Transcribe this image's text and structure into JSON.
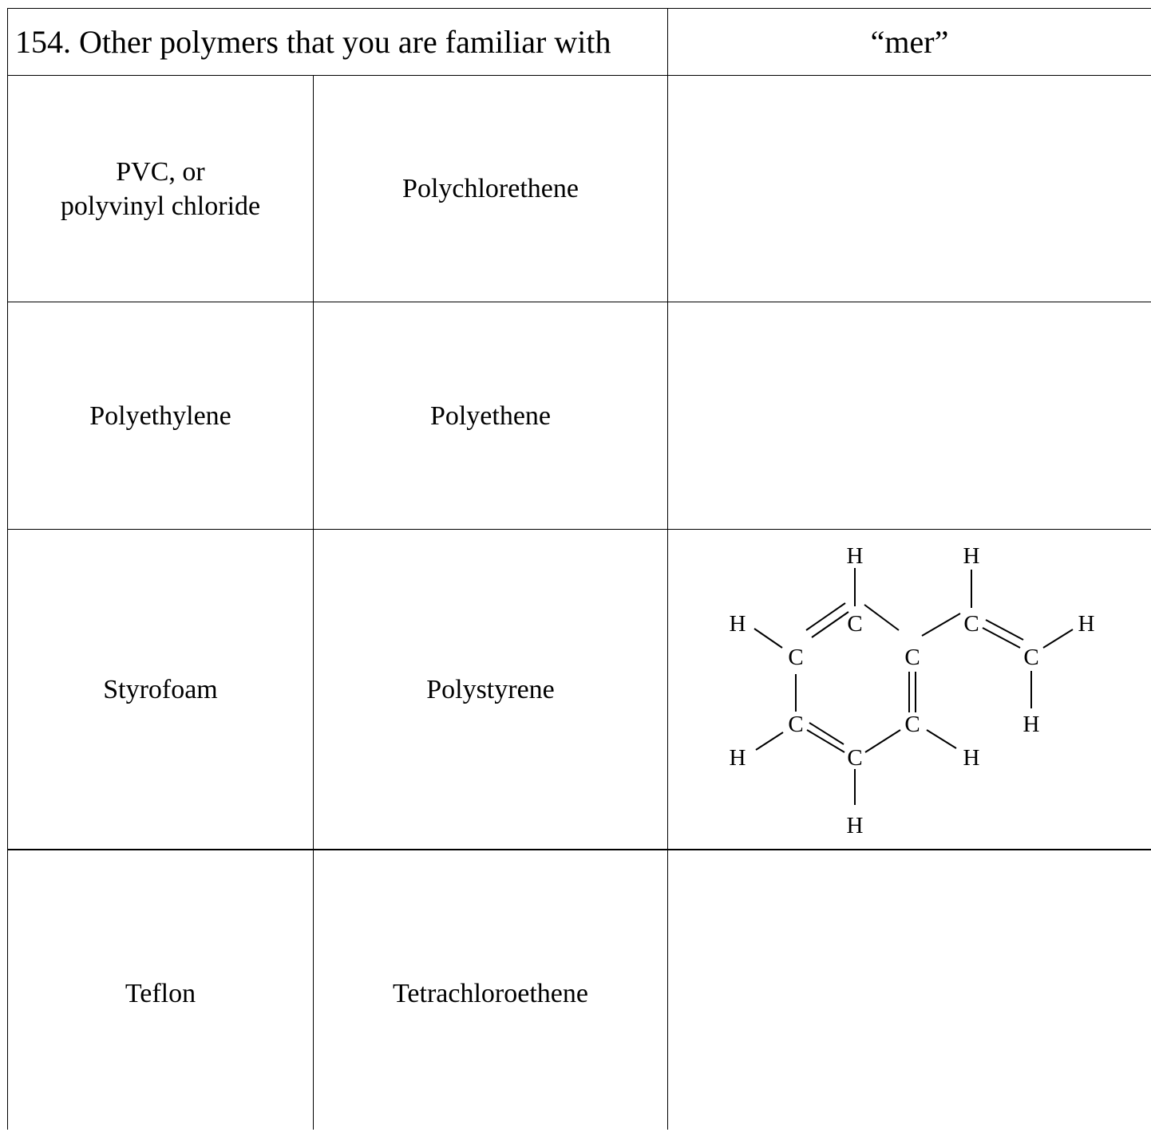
{
  "header": {
    "title": "154.  Other polymers that you are familiar with",
    "mer_label": "“mer”"
  },
  "rows": [
    {
      "common_name_line1": "PVC, or",
      "common_name_line2": "polyvinyl chloride",
      "systematic_name": "Polychlorethene"
    },
    {
      "common_name": "Polyethylene",
      "systematic_name": "Polyethene"
    },
    {
      "common_name": "Styrofoam",
      "systematic_name": "Polystyrene",
      "structure_atoms": {
        "hydrogen": "H",
        "carbon": "C"
      }
    },
    {
      "common_name": "Teflon",
      "systematic_name": "Tetrachloroethene"
    }
  ]
}
